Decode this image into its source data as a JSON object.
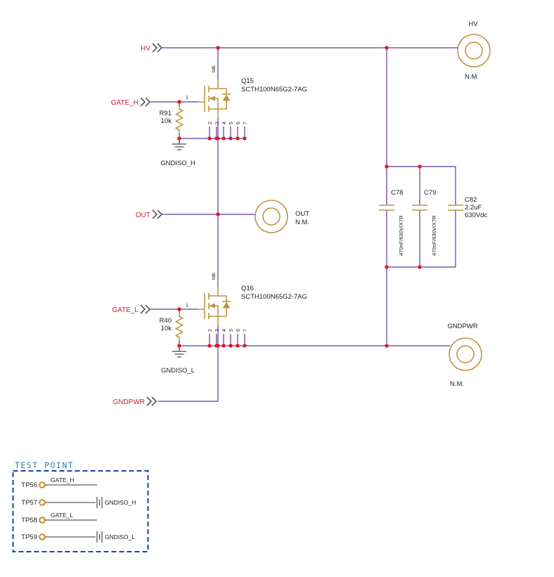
{
  "colors": {
    "wire": "#5d37a8",
    "component_symbol": "#c09440",
    "junction": "#e01818",
    "net_label": "#c22433",
    "test_point_border": "#1b3faf",
    "test_point_title": "#2d7fb0"
  },
  "ports": {
    "hv": "HV",
    "gate_h": "GATE_H",
    "out": "OUT",
    "gate_l": "GATE_L",
    "gndpwr": "GNDPWR"
  },
  "connectors": {
    "hv": {
      "label": "HV",
      "nm": "N.M."
    },
    "out": {
      "label": "OUT",
      "nm": "N.M."
    },
    "gndpwr": {
      "label": "GNDPWR",
      "nm": "N.M."
    }
  },
  "transistors": {
    "q15": {
      "ref": "Q15",
      "part": "SCTH100N65G2-7AG",
      "tab": "tab",
      "pins": [
        "1",
        "2",
        "3",
        "4",
        "5",
        "6",
        "7"
      ],
      "gnd": "GNDISO_H"
    },
    "q16": {
      "ref": "Q16",
      "part": "SCTH100N65G2-7AG",
      "tab": "tab",
      "pins": [
        "1",
        "2",
        "3",
        "4",
        "5",
        "6",
        "7"
      ],
      "gnd": "GNDISO_L"
    }
  },
  "resistors": {
    "r91": {
      "ref": "R91",
      "value": "10k"
    },
    "r40": {
      "ref": "R40",
      "value": "10k"
    }
  },
  "capacitors": {
    "c78": {
      "ref": "C78",
      "value": "470nF/630V/X7R"
    },
    "c79": {
      "ref": "C79",
      "value": "470nF/630V/X7R"
    },
    "c82": {
      "ref": "C82",
      "value": "2.2uF",
      "rating": "630Vdc"
    }
  },
  "test_points": {
    "title": "TEST POINT",
    "rows": [
      {
        "ref": "TP56",
        "net": "GATE_H"
      },
      {
        "ref": "TP57",
        "net": "GNDISO_H"
      },
      {
        "ref": "TP58",
        "net": "GATE_L"
      },
      {
        "ref": "TP59",
        "net": "GNDISO_L"
      }
    ]
  }
}
